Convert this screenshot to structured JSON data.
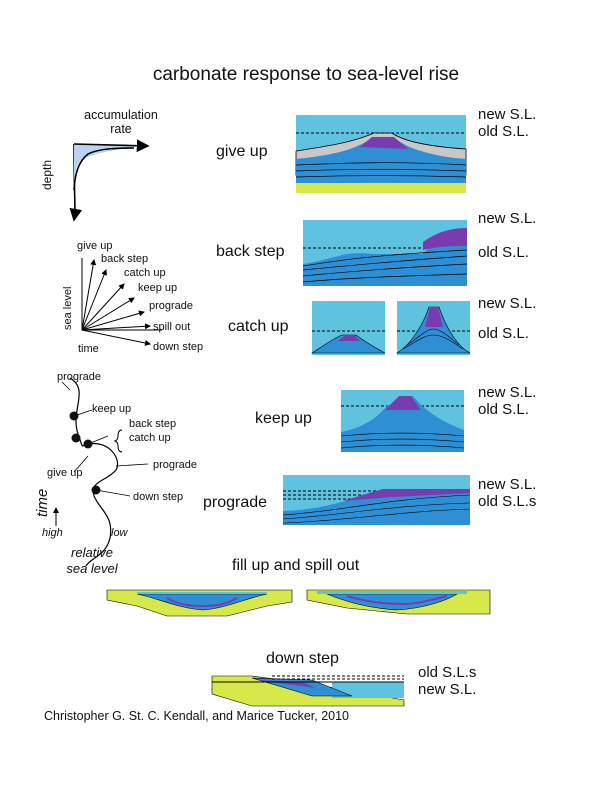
{
  "title": "carbonate response to sea-level rise",
  "accumulation": {
    "title_line1": "accumulation",
    "title_line2": "rate",
    "axis": "depth"
  },
  "fan": {
    "y_axis": "sea level",
    "x_axis": "time",
    "rays": [
      "give up",
      "back step",
      "catch up",
      "keep up",
      "prograde",
      "spill out",
      "down step"
    ]
  },
  "curve": {
    "labels": [
      "prograde",
      "keep up",
      "back step",
      "catch up",
      "prograde",
      "give up",
      "down step"
    ],
    "time_label": "time",
    "high": "high",
    "low": "low",
    "axis_line1": "relative",
    "axis_line2": "sea level"
  },
  "panels": {
    "give_up": {
      "label": "give up",
      "sl_top": "new S.L.",
      "sl_bottom": "old S.L."
    },
    "back_step": {
      "label": "back step",
      "sl_top": "new S.L.",
      "sl_bottom": "old S.L."
    },
    "catch_up": {
      "label": "catch up",
      "sl_top": "new S.L.",
      "sl_bottom": "old S.L."
    },
    "keep_up": {
      "label": "keep up",
      "sl_top": "new S.L.",
      "sl_bottom": "old S.L."
    },
    "prograde": {
      "label": "prograde",
      "sl_top": "new S.L.",
      "sl_bottom": "old S.L.s"
    },
    "fill_spill": {
      "label": "fill up and spill out"
    },
    "down_step": {
      "label": "down step",
      "sl_top": "old S.L.s",
      "sl_bottom": "new S.L."
    }
  },
  "credit": "Christopher G. St. C. Kendall, and Marice Tucker, 2010",
  "colors": {
    "water": "#5fc3df",
    "carbonate": "#2e8fd4",
    "carbonate_dark": "#1d5fa8",
    "reef": "#7a3bb0",
    "sediment": "#d7e84a",
    "drape": "#c8c8c8",
    "accum_fill": "#b9d4f2"
  }
}
